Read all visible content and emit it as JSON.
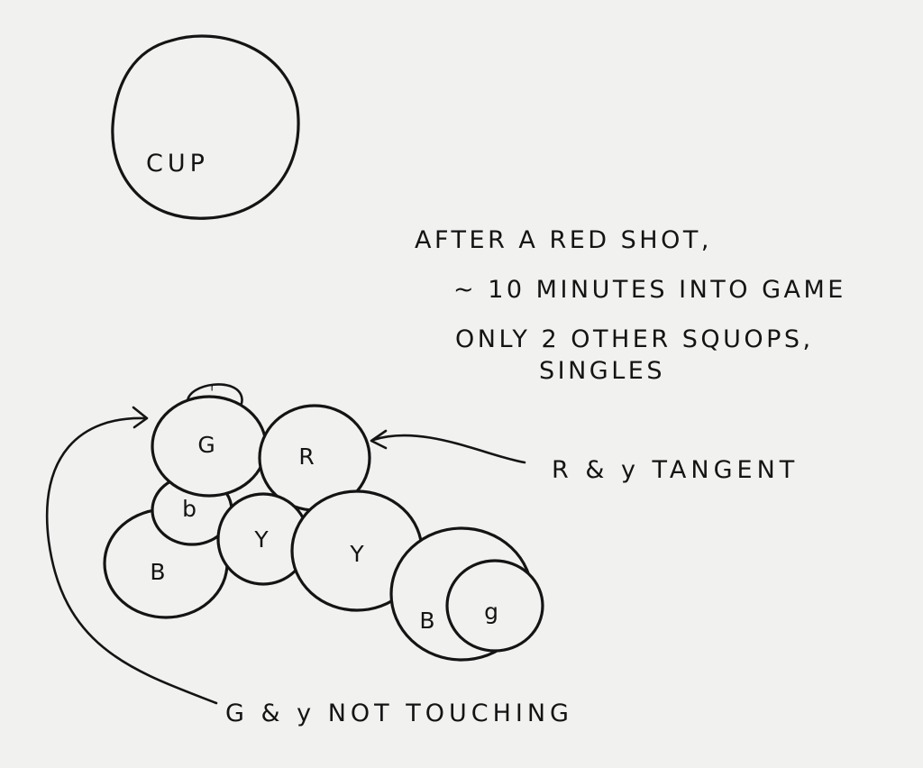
{
  "cup": {
    "label": "CUP"
  },
  "notes": {
    "line1": "AFTER A RED SHOT,",
    "line2": "~ 10 MINUTES INTO GAME",
    "line3": "ONLY 2 OTHER SQUOPS,",
    "line4": "SINGLES"
  },
  "annotations": {
    "tangent": "R & y  TANGENT",
    "not_touching": "G & y  NOT TOUCHING"
  },
  "discs": {
    "top_small": "r",
    "green": "G",
    "red": "R",
    "blue_small": "b",
    "yellow_small": "Y",
    "blue_left": "B",
    "yellow_large": "Y",
    "blue_right": "B",
    "green_small": "g"
  }
}
